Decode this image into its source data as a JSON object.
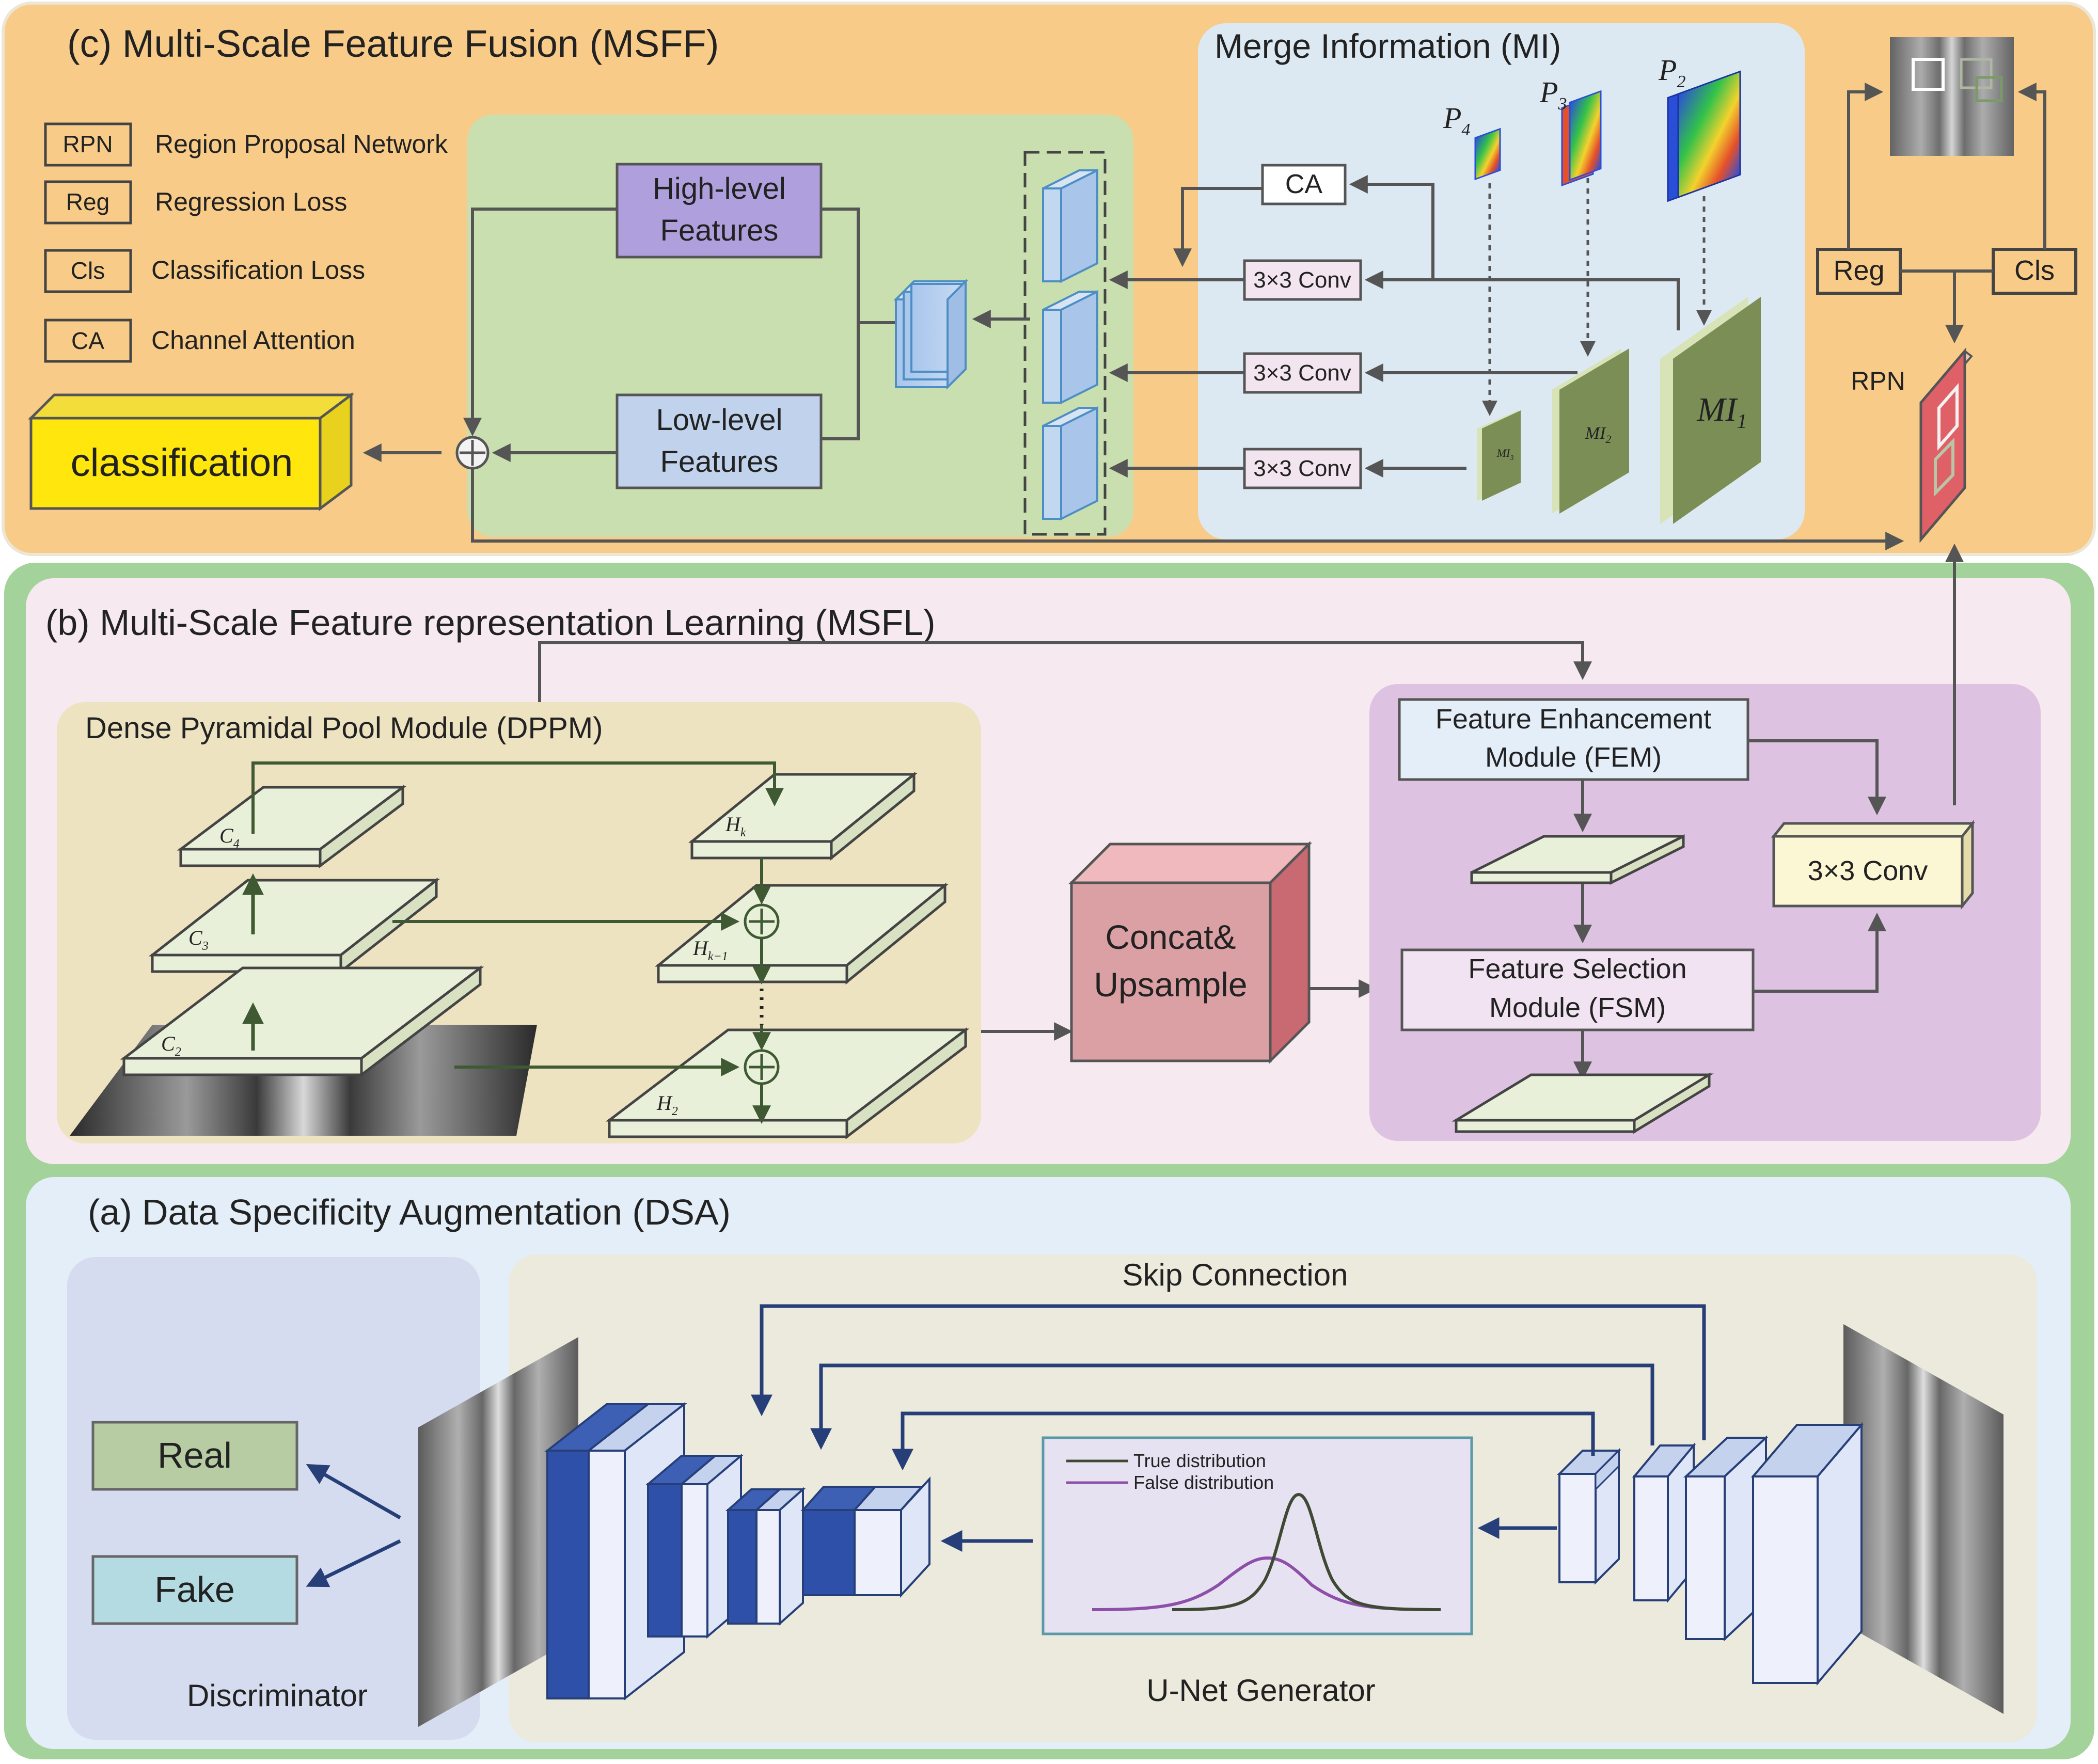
{
  "sections": {
    "msff": {
      "title": "(c)  Multi-Scale Feature Fusion (MSFF)",
      "legend": [
        {
          "abbr": "RPN",
          "text": "Region Proposal Network"
        },
        {
          "abbr": "Reg",
          "text": "Regression Loss"
        },
        {
          "abbr": "Cls",
          "text": "Classification Loss"
        },
        {
          "abbr": "CA",
          "text": "Channel Attention"
        }
      ],
      "classification": "classification",
      "high_level": [
        "High-level",
        "Features"
      ],
      "low_level": [
        "Low-level",
        "Features"
      ],
      "mi_title": "Merge Information (MI)",
      "ca": "CA",
      "conv": "3×3 Conv",
      "p_labels": {
        "p4": "P",
        "p4_sub": "4",
        "p3": "P",
        "p3_sub": "3",
        "p2": "P",
        "p2_sub": "2"
      },
      "mi_labels": {
        "mi": "MI",
        "mi3_sub": "3",
        "mi2_sub": "2",
        "mi1_sub": "1"
      },
      "reg": "Reg",
      "cls": "Cls",
      "rpn": "RPN"
    },
    "msfl": {
      "title": "(b) Multi-Scale Feature representation Learning (MSFL)",
      "dppm_title": "Dense Pyramidal Pool Module (DPPM)",
      "c_labels": {
        "c": "C",
        "c4_sub": "4",
        "c3_sub": "3",
        "c2_sub": "2"
      },
      "h_labels": {
        "h": "H",
        "hk_sub": "k",
        "hk1_sub": "k−1",
        "h2_sub": "2"
      },
      "concat": [
        "Concat&",
        "Upsample"
      ],
      "fem": [
        "Feature Enhancement",
        "Module (FEM)"
      ],
      "fsm": [
        "Feature Selection",
        "Module (FSM)"
      ],
      "conv": "3×3 Conv"
    },
    "dsa": {
      "title": "(a) Data Specificity Augmentation (DSA)",
      "real": "Real",
      "fake": "Fake",
      "discriminator": "Discriminator",
      "skip": "Skip Connection",
      "generator": "U-Net Generator",
      "true_dist": "True distribution",
      "false_dist": "False distribution"
    }
  },
  "colors": {
    "msff_bg": "#f8cc88",
    "msfl_bg": "#f6eaf0",
    "dsa_bg": "#e3eef8",
    "outer_green": "#a3d39a",
    "inner_green": "#c9dfb0",
    "mi_bg": "#dde9f2",
    "dppm_bg": "#ede3c1",
    "fem_panel": "#ddc3e1",
    "unet_bg": "#ebeadd",
    "disc_bg": "#d6dcef",
    "plate": "#e9f0d9",
    "arrow": "#555555",
    "dark_arrow": "#3f5a32",
    "navy": "#273f79"
  }
}
